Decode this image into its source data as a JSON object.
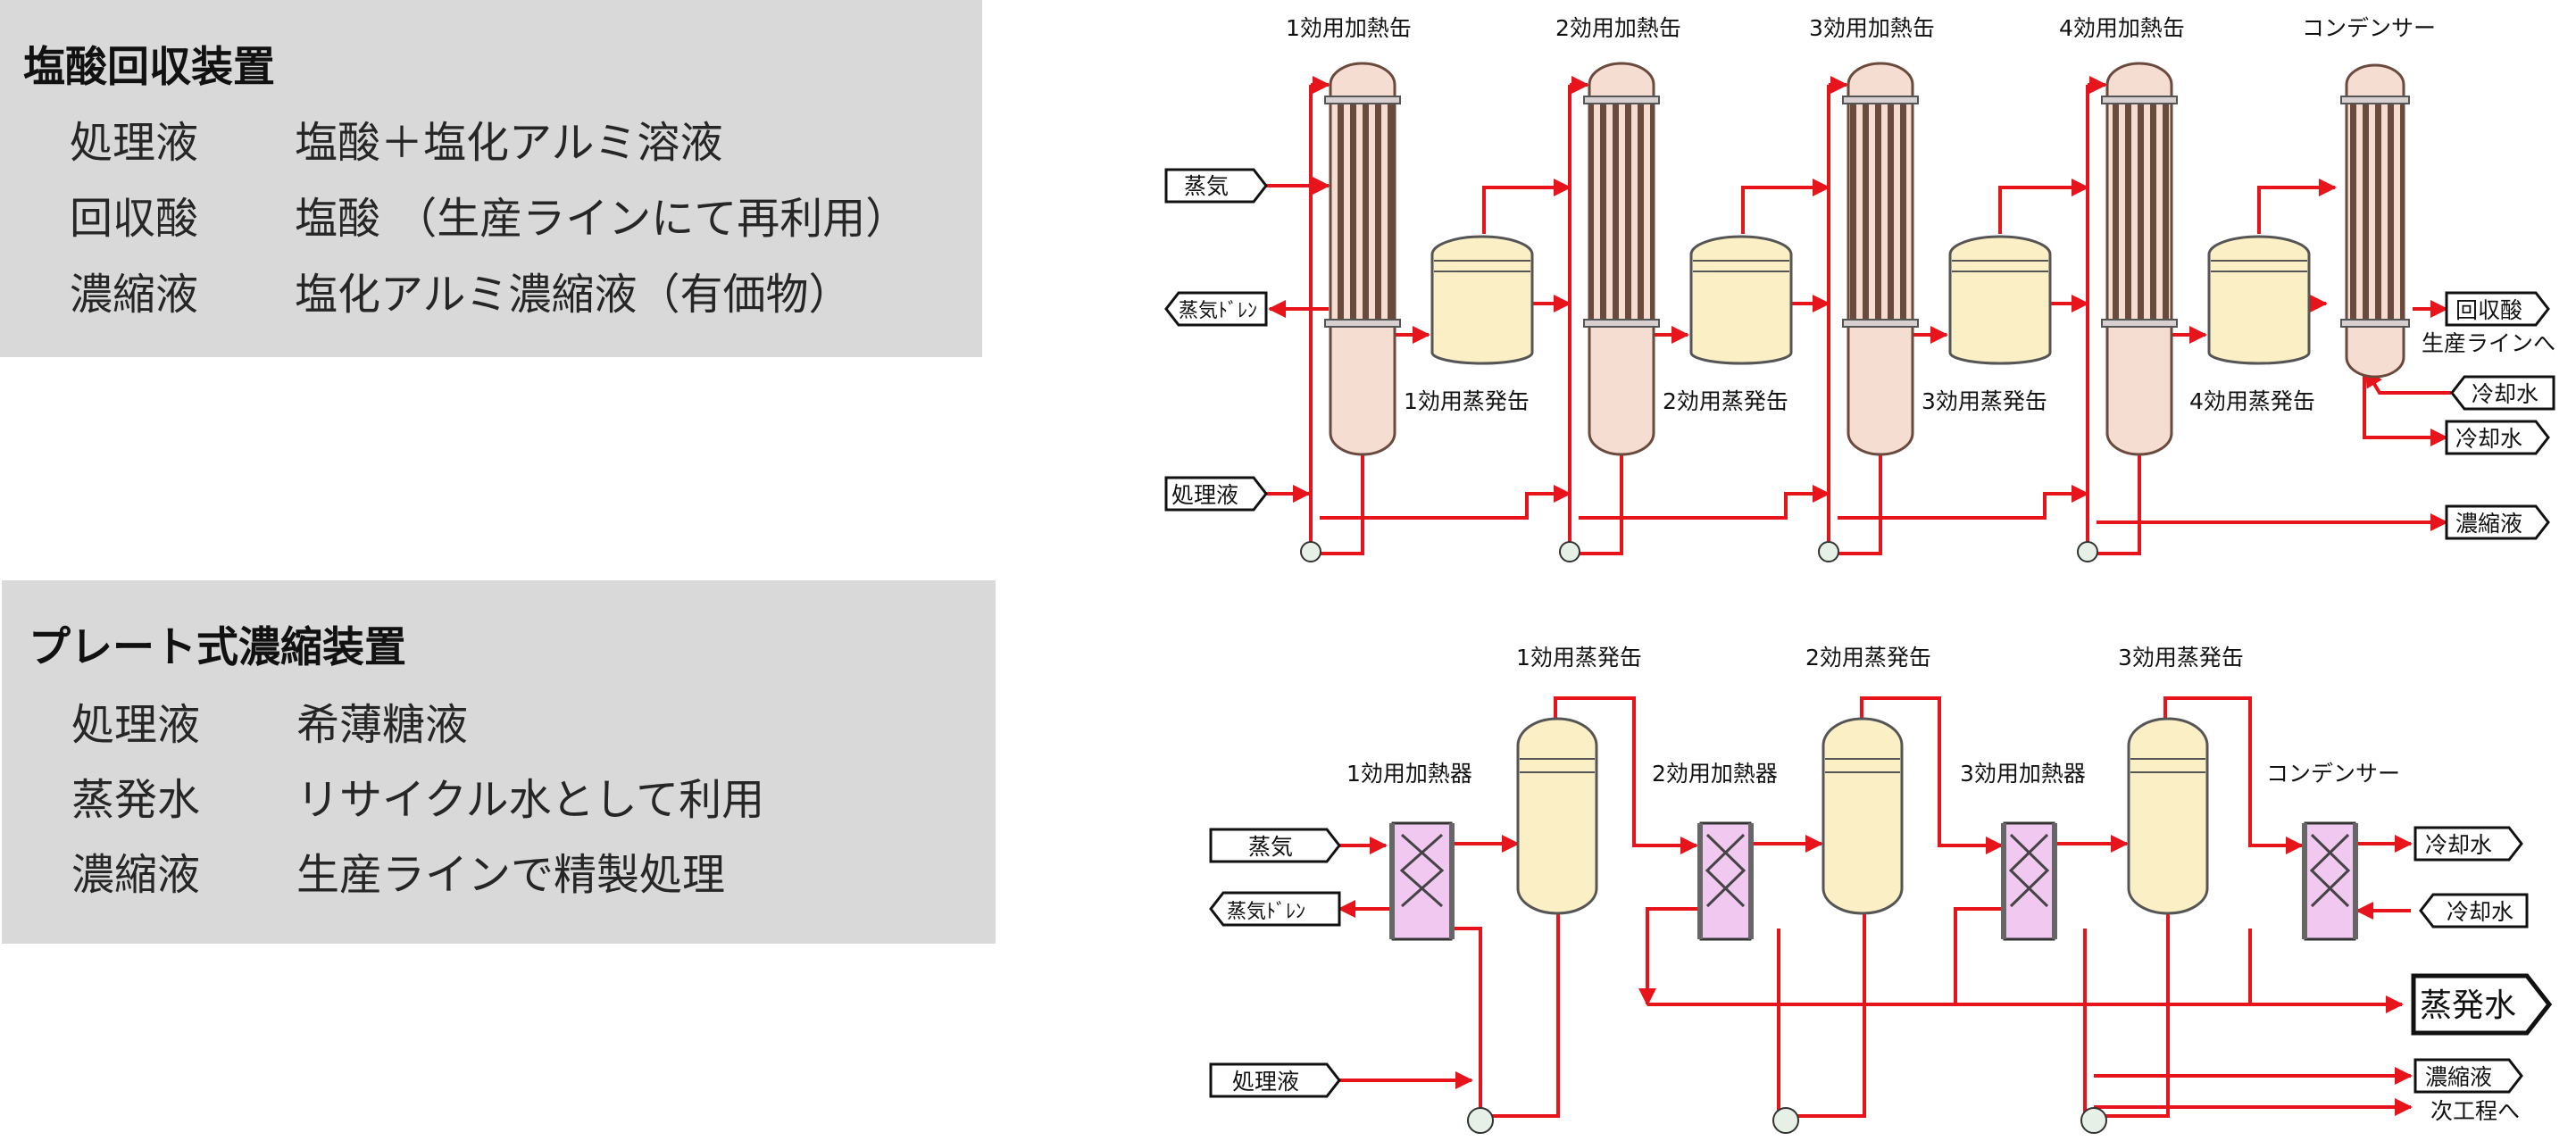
{
  "panels": [
    {
      "title": "塩酸回収装置",
      "rows": [
        {
          "key": "処理液",
          "value": "塩酸＋塩化アルミ溶液"
        },
        {
          "key": "回収酸",
          "value": "塩酸 （生産ラインにて再利用）"
        },
        {
          "key": "濃縮液",
          "value": " 塩化アルミ濃縮液（有価物）"
        }
      ]
    },
    {
      "title": "プレート式濃縮装置",
      "rows": [
        {
          "key": "処理液",
          "value": "希薄糖液"
        },
        {
          "key": "蒸発水",
          "value": "リサイクル水として利用"
        },
        {
          "key": "濃縮液",
          "value": "生産ラインで精製処理"
        }
      ]
    }
  ],
  "diagram1": {
    "heaters": [
      "1効用加熱缶",
      "2効用加熱缶",
      "3効用加熱缶",
      "4効用加熱缶"
    ],
    "condenser": "コンデンサー",
    "evaporators": [
      "1効用蒸発缶",
      "2効用蒸発缶",
      "3効用蒸発缶",
      "4効用蒸発缶"
    ],
    "inputs": {
      "steam": "蒸気",
      "drain": "蒸気ﾄﾞﾚﾝ",
      "feed": "処理液"
    },
    "outputs": {
      "acid": "回収酸",
      "acid_note": "生産ラインへ",
      "cool_in": "冷却水",
      "cool_out": "冷却水",
      "concentrate": "濃縮液"
    }
  },
  "diagram2": {
    "evaporators": [
      "1効用蒸発缶",
      "2効用蒸発缶",
      "3効用蒸発缶"
    ],
    "heaters": [
      "1効用加熱器",
      "2効用加熱器",
      "3効用加熱器"
    ],
    "condenser": "コンデンサー",
    "inputs": {
      "steam": "蒸気",
      "drain": "蒸気ﾄﾞﾚﾝ",
      "feed": "処理液"
    },
    "outputs": {
      "cool_out": "冷却水",
      "cool_in": "冷却水",
      "evap_water": "蒸発水",
      "concentrate": "濃縮液",
      "concentrate_note": "次工程へ"
    }
  },
  "colors": {
    "pipe": "#e8141c",
    "heater_fill": "#f6ddd2",
    "evap_fill": "#fbefc6",
    "plate_fill": "#f0c8f0",
    "panel_bg": "#d9d9d9"
  }
}
